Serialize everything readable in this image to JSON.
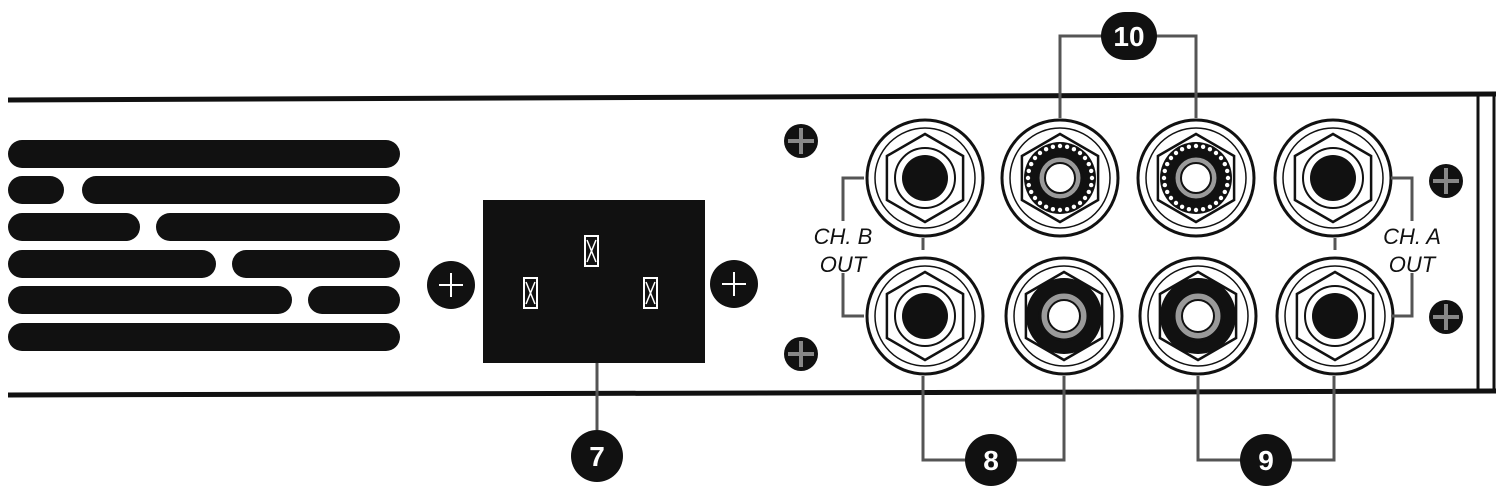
{
  "diagram": {
    "callouts": {
      "power_inlet": "7",
      "ch_b_outputs": "8",
      "ch_a_outputs": "9",
      "top_connectors": "10"
    },
    "labels": {
      "ch_b_line1": "CH. B",
      "ch_b_line2": "OUT",
      "ch_a_line1": "CH. A",
      "ch_a_line2": "OUT"
    },
    "colors": {
      "ink": "#111111",
      "line_gray": "#555555",
      "jack_ring_gray": "#9a9a9a",
      "background": "#ffffff"
    }
  }
}
